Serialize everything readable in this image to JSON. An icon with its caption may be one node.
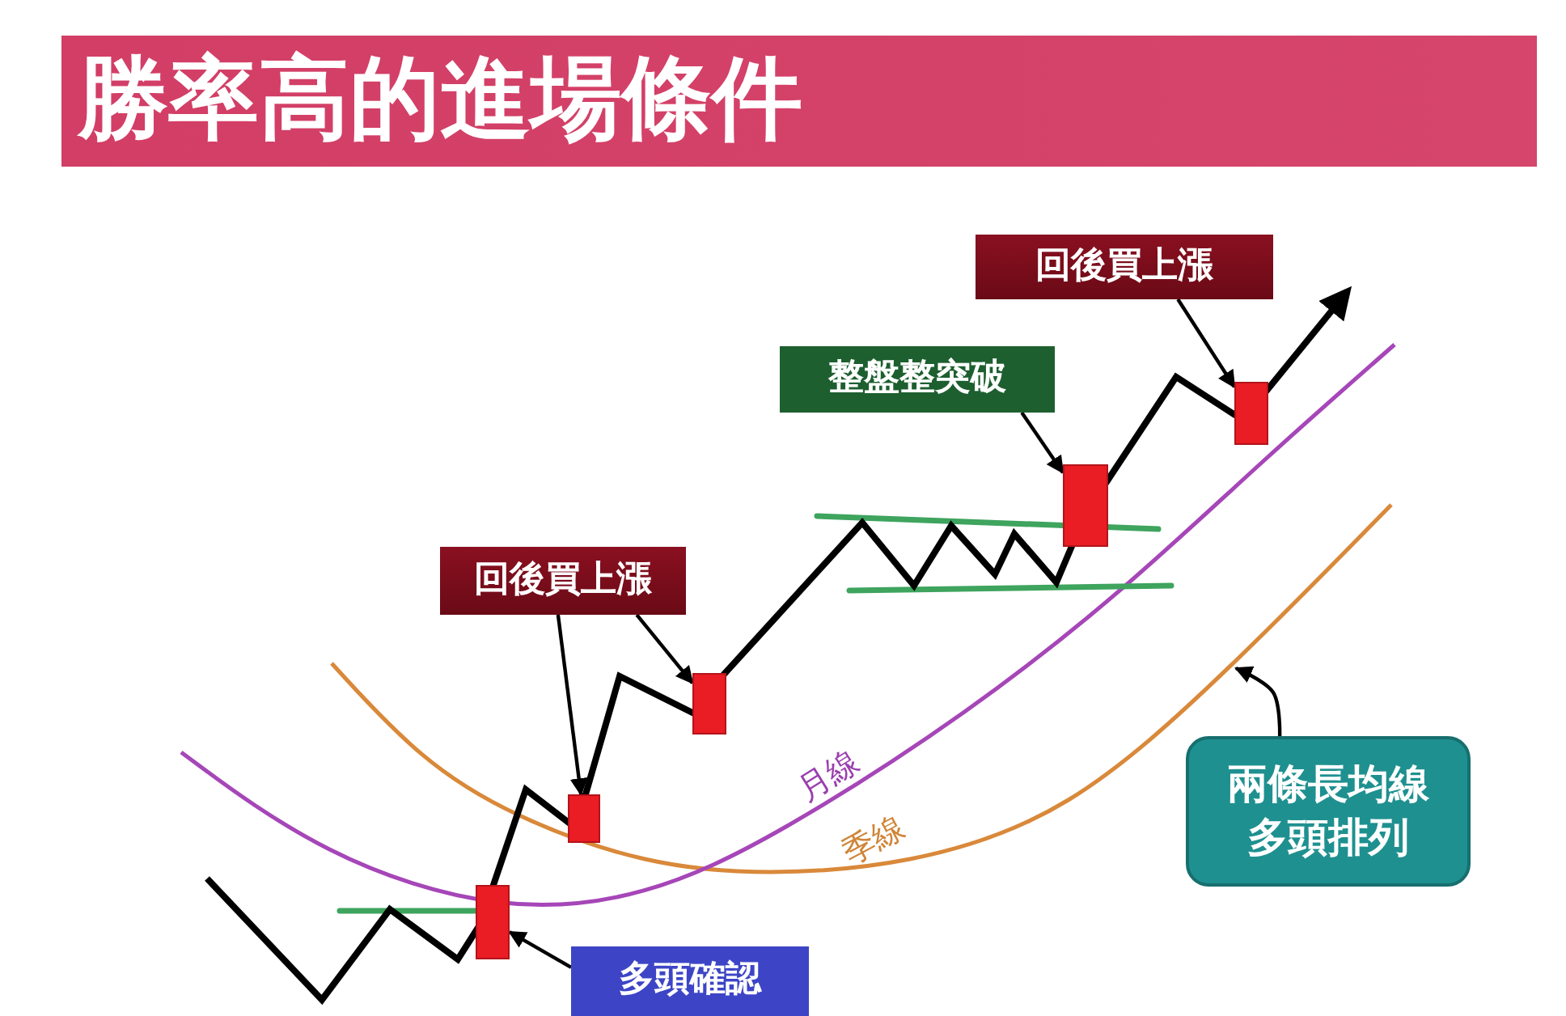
{
  "diagram": {
    "title": "勝率高的進場條件",
    "nodes": [
      {
        "text": [
          "回後買上漲"
        ]
      },
      {
        "text": [
          "回後買上漲"
        ]
      },
      {
        "text": [
          "整盤整突破"
        ]
      },
      {
        "text": [
          "兩條長均線多頭排列"
        ]
      },
      {
        "text": [
          "多頭確認"
        ]
      },
      {
        "text": [],
        "shape": "bar"
      },
      {
        "text": [],
        "shape": "bar"
      },
      {
        "text": [],
        "shape": "bar"
      },
      {
        "text": [],
        "shape": "bar"
      },
      {
        "text": [],
        "shape": "bar"
      }
    ],
    "edges": [
      {
        "from": 0,
        "to": 6,
        "arrow": "to"
      },
      {
        "from": 0,
        "to": 7,
        "arrow": "to"
      },
      {
        "from": 2,
        "to": 8,
        "arrow": "to"
      },
      {
        "from": 1,
        "to": 9,
        "arrow": "to"
      },
      {
        "from": 4,
        "to": 5,
        "arrow": "to"
      },
      {
        "from": 3,
        "to": null,
        "arrow": "to"
      }
    ],
    "labels": [
      "月線",
      "季線"
    ]
  }
}
